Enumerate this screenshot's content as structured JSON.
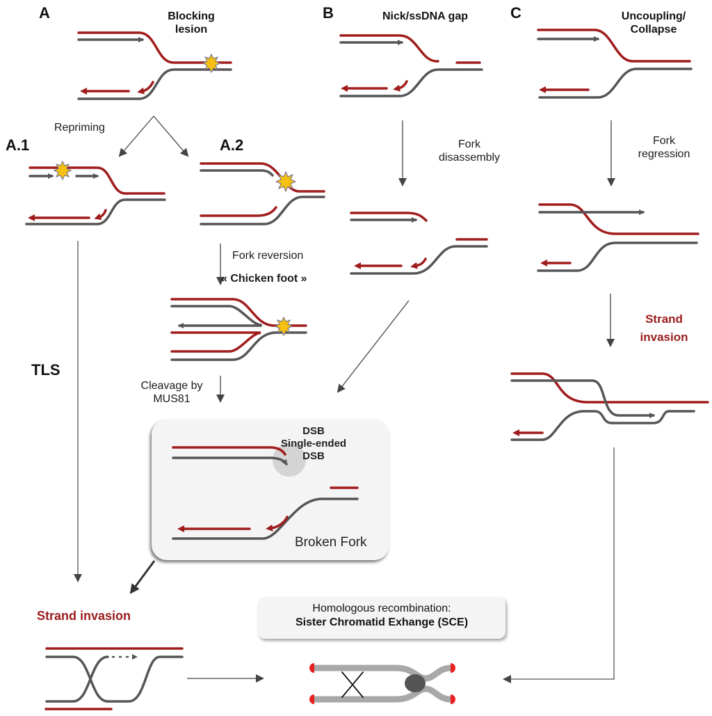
{
  "colors": {
    "strand_red": "#a01c1c",
    "strand_gray": "#555555",
    "lesion_star": "#f5c010",
    "accent_text_red": "#9b1c1c",
    "box_fill": "#f4f4f4",
    "chromatid_gray": "#a8a8a8",
    "telomere_red": "#e82020",
    "centromere": "#555555"
  },
  "panels": {
    "A": {
      "letter": "A",
      "title_line1": "Blocking",
      "title_line2": "lesion"
    },
    "B": {
      "letter": "B",
      "title": "Nick/ssDNA gap"
    },
    "C": {
      "letter": "C",
      "title_line1": "Uncoupling/",
      "title_line2": "Collapse"
    },
    "A1": {
      "label": "A.1"
    },
    "A2": {
      "label": "A.2"
    }
  },
  "steps": {
    "repriming": "Repriming",
    "tls": "TLS",
    "fork_reversion": "Fork reversion",
    "chicken_foot": "« Chicken foot »",
    "cleavage_line1": "Cleavage by",
    "cleavage_line2": "MUS81",
    "fork_disassembly_line1": "Fork",
    "fork_disassembly_line2": "disassembly",
    "fork_regression_line1": "Fork",
    "fork_regression_line2": "regression",
    "strand_invasion_c_line1": "Strand",
    "strand_invasion_c_line2": "invasion",
    "strand_invasion_bottom": "Strand invasion"
  },
  "dsb_box": {
    "line1": "DSB",
    "line2": "Single-ended",
    "line3": "DSB",
    "broken_fork": "Broken Fork"
  },
  "hr_box": {
    "line1": "Homologous recombination:",
    "line2": "Sister Chromatid Exhange (SCE)"
  }
}
